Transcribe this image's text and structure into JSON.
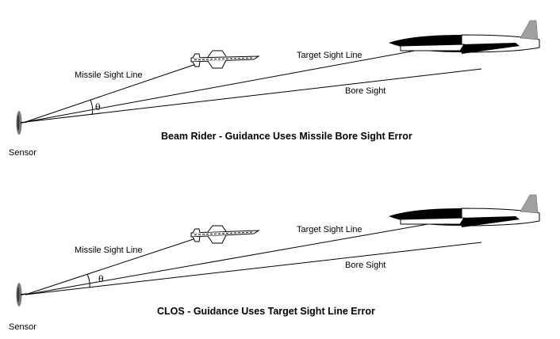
{
  "panels": [
    {
      "missile_sight_line_label": "Missile Sight Line",
      "target_sight_line_label": "Target Sight Line",
      "bore_sight_label": "Bore Sight",
      "theta_label": "θ",
      "sensor_label": "Sensor",
      "caption": "Beam Rider - Guidance Uses Missile Bore Sight Error"
    },
    {
      "missile_sight_line_label": "Missile Sight Line",
      "target_sight_line_label": "Target Sight Line",
      "bore_sight_label": "Bore Sight",
      "theta_label": "θ",
      "sensor_label": "Sensor",
      "caption": "CLOS - Guidance Uses Target Sight Line Error"
    }
  ],
  "colors": {
    "line": "#000000",
    "aircraft_dark": "#000000",
    "aircraft_light": "#ffffff",
    "tail": "#a0a0a0",
    "sensor": "#7a7a7a"
  }
}
